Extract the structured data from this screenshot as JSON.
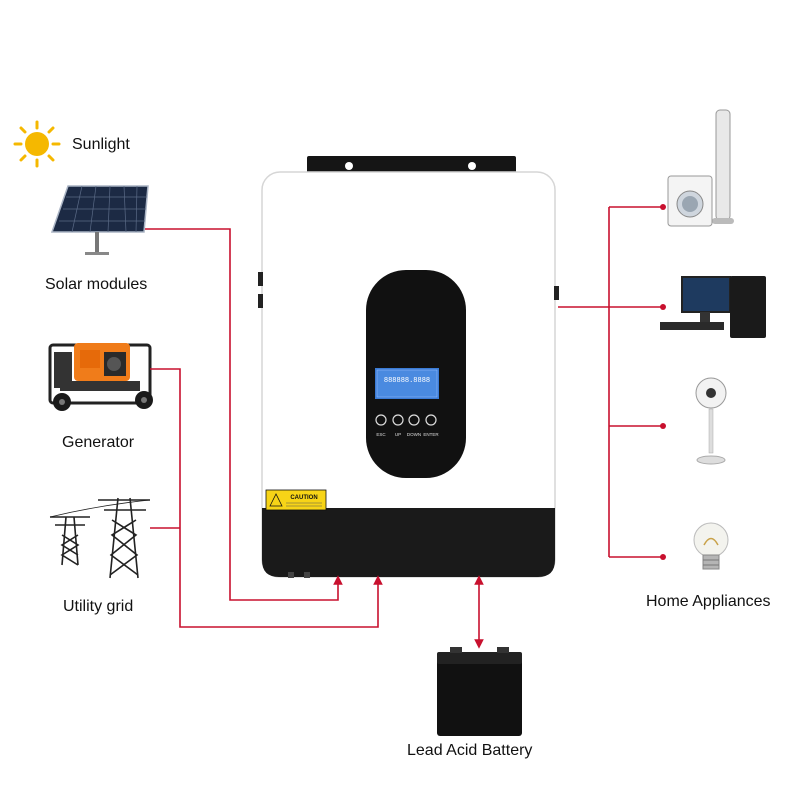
{
  "labels": {
    "sunlight": "Sunlight",
    "solar_modules": "Solar modules",
    "generator": "Generator",
    "utility_grid": "Utility grid",
    "home_appliances": "Home Appliances",
    "lead_acid_battery": "Lead Acid Battery"
  },
  "inverter": {
    "caution_label": "CAUTION",
    "lcd_display": "888888.8888",
    "buttons": [
      "ESC",
      "UP",
      "DOWN",
      "ENTER"
    ]
  },
  "colors": {
    "wire": "#c8102e",
    "inverter_body": "#ffffff",
    "inverter_base": "#1a1a1a",
    "panel": "#111111",
    "lcd": "#3a7bd5",
    "sun": "#f5b800",
    "generator": "#f07c1a",
    "caution_bg": "#f7d417"
  },
  "icons": [
    "sun-icon",
    "solar-panel-icon",
    "generator-icon",
    "power-tower-icon",
    "fan-icon",
    "washing-machine-icon",
    "computer-icon",
    "desk-fan-icon",
    "light-bulb-icon",
    "battery-icon"
  ]
}
